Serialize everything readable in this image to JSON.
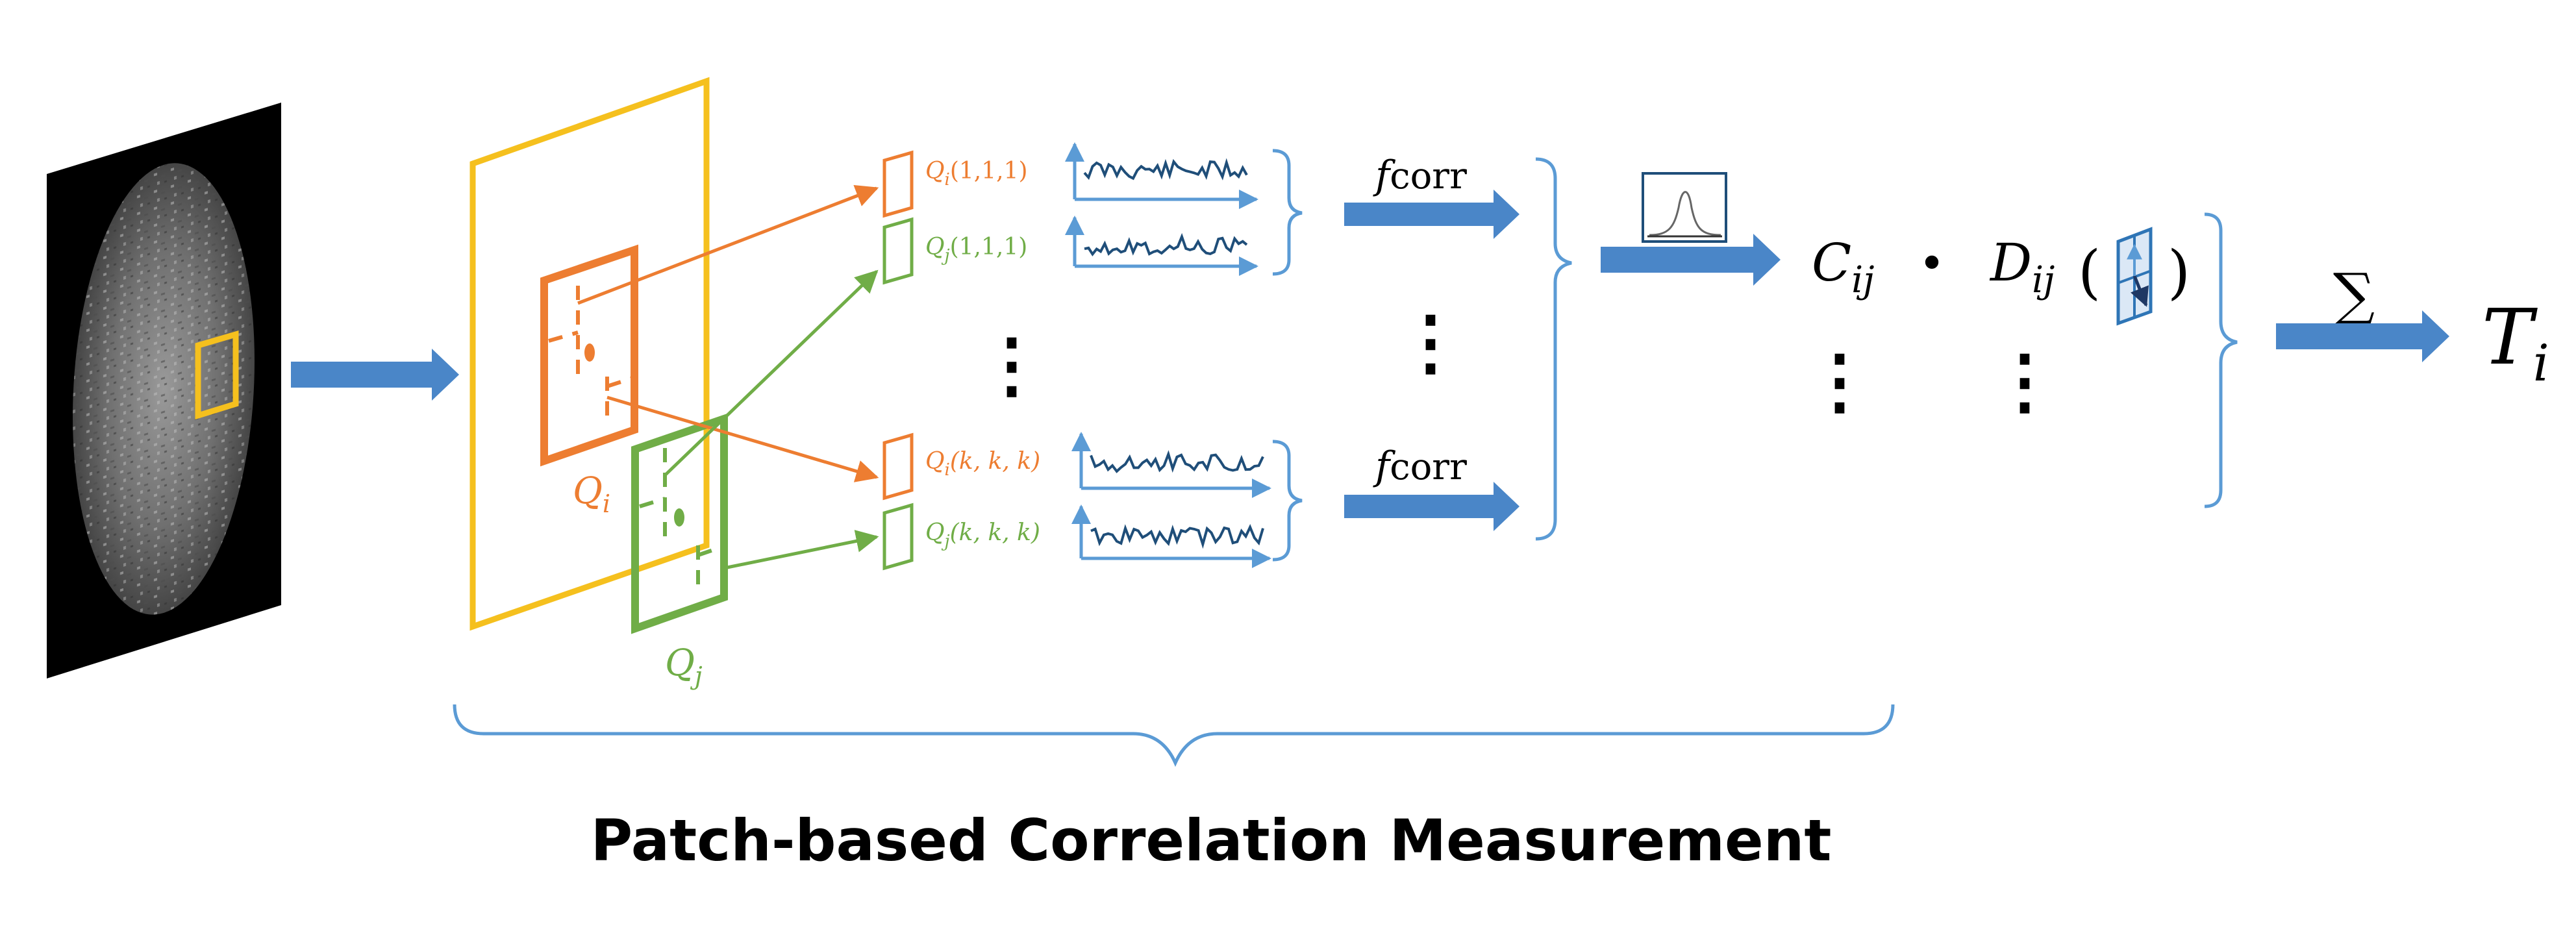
{
  "caption": "Patch-based Correlation Measurement",
  "labels": {
    "qi": "Q",
    "qi_sub": "i",
    "qj": "Q",
    "qj_sub": "j",
    "qi_111": "Q",
    "qi_111_sub": "i",
    "qi_111_arg": "(1,1,1)",
    "qj_111": "Q",
    "qj_111_sub": "j",
    "qj_111_arg": "(1,1,1)",
    "qi_kkk": "Q",
    "qi_kkk_sub": "i",
    "qi_kkk_arg": "(k, k, k)",
    "qj_kkk": "Q",
    "qj_kkk_sub": "j",
    "qj_kkk_arg": "(k, k, k)",
    "fcorr_f": "f",
    "fcorr_sub": "corr",
    "cij": "C",
    "cij_sub": "ij",
    "dot": "•",
    "dij": "D",
    "dij_sub": "ij",
    "dij_open": "(",
    "dij_close": ")",
    "sigma": "∑",
    "ti": "T",
    "ti_sub": "i",
    "ellipsis": "⋮"
  },
  "colors": {
    "blue": "#4a86c8",
    "blue_line": "#5b9bd5",
    "orange": "#ed7d31",
    "green": "#70ad47",
    "yellow": "#f5c01e",
    "black": "#000000"
  }
}
